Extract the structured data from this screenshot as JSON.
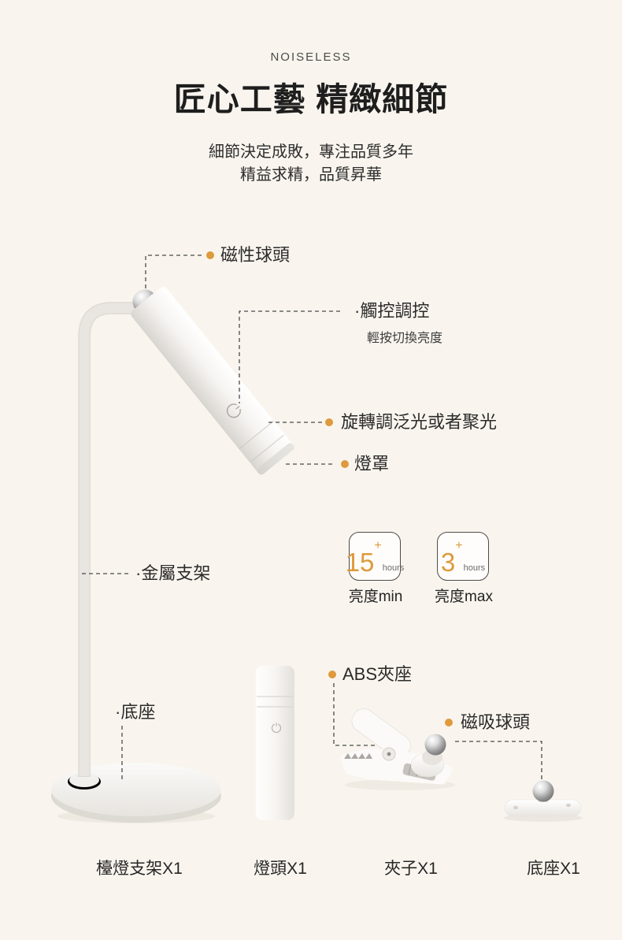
{
  "colors": {
    "bg": "#f9f5ee",
    "accent": "#de9a3c",
    "text": "#2b2b2b",
    "badge_border": "#4f4a45"
  },
  "header": {
    "eyebrow": "NOISELESS",
    "title": "匠心工藝 精緻細節",
    "sub1": "細節決定成敗，專注品質多年",
    "sub2": "精益求精，品質昇華"
  },
  "annotations": {
    "ball_head": "磁性球頭",
    "touch": "·觸控調控",
    "touch_sub": "輕按切換亮度",
    "rotate": "旋轉調泛光或者聚光",
    "shade": "燈罩",
    "bracket": "·金屬支架",
    "base": "·底座",
    "clip_seat": "ABS夾座",
    "magnet_ball": "磁吸球頭"
  },
  "badges": [
    {
      "value": "15",
      "plus": "+",
      "unit": "hours",
      "caption": "亮度min"
    },
    {
      "value": "3",
      "plus": "+",
      "unit": "hours",
      "caption": "亮度max"
    }
  ],
  "parts": [
    {
      "caption": "檯燈支架X1"
    },
    {
      "caption": "燈頭X1"
    },
    {
      "caption": "夾子X1"
    },
    {
      "caption": "底座X1"
    }
  ]
}
